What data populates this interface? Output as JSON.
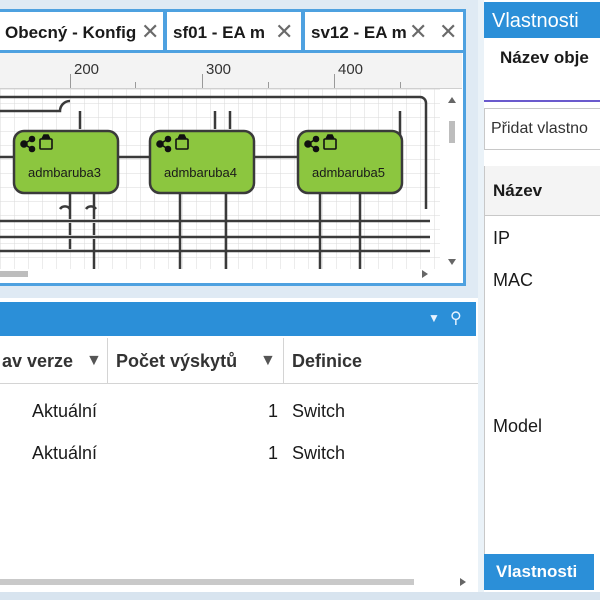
{
  "tabs": [
    {
      "label": "Obecný - Konfig"
    },
    {
      "label": "sf01 - EA m"
    },
    {
      "label": "sv12 - EA m"
    }
  ],
  "ruler": {
    "labels": [
      "200",
      "300",
      "400"
    ]
  },
  "diagram": {
    "nodes": [
      {
        "label": "admbaruba3"
      },
      {
        "label": "admbaruba4"
      },
      {
        "label": "admbaruba5"
      }
    ],
    "node_color": "#8cc63f"
  },
  "grid": {
    "columns": [
      {
        "label": "av verze"
      },
      {
        "label": "Počet výskytů"
      },
      {
        "label": "Definice"
      }
    ],
    "rows": [
      {
        "version": "Aktuální",
        "count": "1",
        "definition": "Switch"
      },
      {
        "version": "Aktuální",
        "count": "1",
        "definition": "Switch"
      }
    ]
  },
  "properties": {
    "title": "Vlastnosti",
    "object_name_label": "Název obje",
    "add_property": "Přidat vlastno",
    "column_header": "Název",
    "rows": [
      "IP",
      "MAC",
      "Model"
    ],
    "bottom_tab": "Vlastnosti"
  },
  "colors": {
    "accent": "#2b8fd8",
    "tab_border": "#4ea1e0"
  }
}
